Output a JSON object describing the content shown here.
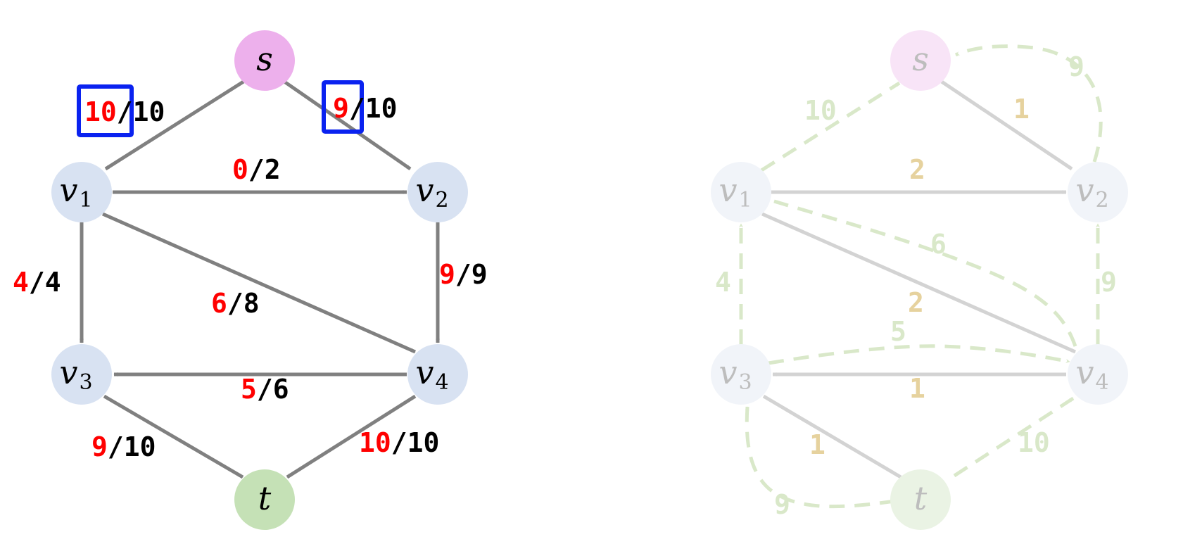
{
  "colors": {
    "source_node": "#EDB0EC",
    "sink_node": "#C5E1B6",
    "inner_node": "#D8E2F2",
    "edge": "#808080",
    "flow_value": "#FF0000",
    "capacity": "#000000",
    "highlight_box": "#0A22F0",
    "residual_edge": "#D3D3D3",
    "residual_label": "#E6D29E",
    "reverse_edge": "#D9E8C9",
    "reverse_label": "#D9E8C9"
  },
  "flow_network": {
    "nodes": {
      "s": {
        "name": "s",
        "sub": ""
      },
      "v1": {
        "name": "v",
        "sub": "1"
      },
      "v2": {
        "name": "v",
        "sub": "2"
      },
      "v3": {
        "name": "v",
        "sub": "3"
      },
      "v4": {
        "name": "v",
        "sub": "4"
      },
      "t": {
        "name": "t",
        "sub": ""
      }
    },
    "edges": [
      {
        "id": "s-v1",
        "flow": "10",
        "cap": "/10",
        "highlighted": true
      },
      {
        "id": "s-v2",
        "flow": "9",
        "cap": "/10",
        "highlighted": true
      },
      {
        "id": "v1-v2",
        "flow": "0",
        "cap": "/2",
        "highlighted": false
      },
      {
        "id": "v1-v3",
        "flow": "4",
        "cap": "/4",
        "highlighted": false
      },
      {
        "id": "v1-v4",
        "flow": "6",
        "cap": "/8",
        "highlighted": false
      },
      {
        "id": "v2-v4",
        "flow": "9",
        "cap": "/9",
        "highlighted": false
      },
      {
        "id": "v4-v3",
        "flow": "5",
        "cap": "/6",
        "highlighted": false
      },
      {
        "id": "v3-t",
        "flow": "9",
        "cap": "/10",
        "highlighted": false
      },
      {
        "id": "v4-t",
        "flow": "10",
        "cap": "/10",
        "highlighted": false
      }
    ]
  },
  "residual_network": {
    "forward_edges": [
      {
        "id": "s-v2",
        "label": "1"
      },
      {
        "id": "v1-v2",
        "label": "2"
      },
      {
        "id": "v1-v4",
        "label": "2"
      },
      {
        "id": "v4-v3",
        "label": "1"
      },
      {
        "id": "v3-t",
        "label": "1"
      }
    ],
    "reverse_edges": [
      {
        "id": "v1-s",
        "label": "10"
      },
      {
        "id": "v2-s",
        "label": "9"
      },
      {
        "id": "v3-v1",
        "label": "4"
      },
      {
        "id": "v4-v1",
        "label": "6"
      },
      {
        "id": "v4-v2",
        "label": "9"
      },
      {
        "id": "v3-v4",
        "label": "5"
      },
      {
        "id": "t-v4",
        "label": "10"
      },
      {
        "id": "t-v3",
        "label": "9"
      }
    ]
  }
}
